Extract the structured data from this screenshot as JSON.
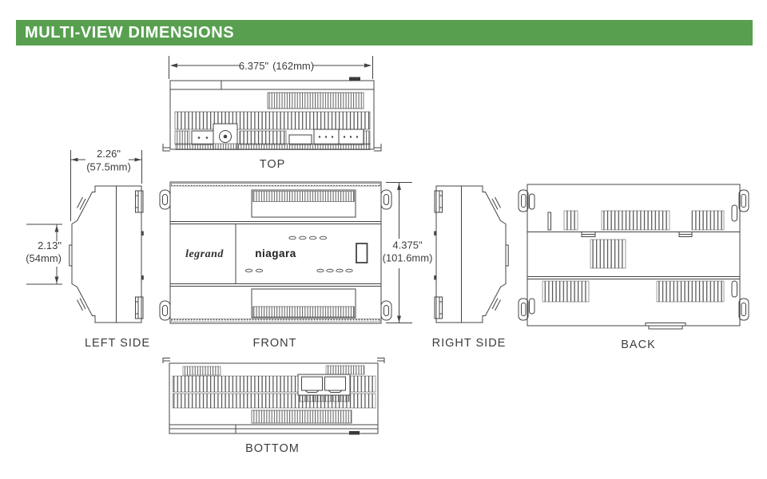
{
  "header": {
    "title": "MULTI-VIEW DIMENSIONS"
  },
  "views": {
    "top": {
      "label": "TOP"
    },
    "left_side": {
      "label": "LEFT SIDE"
    },
    "front": {
      "label": "FRONT",
      "brand_left": "legrand",
      "brand_right": "niagara"
    },
    "right_side": {
      "label": "RIGHT SIDE"
    },
    "back": {
      "label": "BACK"
    },
    "bottom": {
      "label": "BOTTOM"
    }
  },
  "dimensions": {
    "overall_width": {
      "inches": "6.375\"",
      "mm": "(162mm)"
    },
    "overall_depth": {
      "inches": "2.26\"",
      "mm": "(57.5mm)"
    },
    "body_height": {
      "inches": "2.13\"",
      "mm": "(54mm)"
    },
    "overall_height": {
      "inches": "4.375\"",
      "mm": "(101.6mm)"
    }
  },
  "colors": {
    "header_bg": "#58a050",
    "header_text": "#ffffff",
    "line": "#444444",
    "label_text": "#3d3d3d"
  }
}
